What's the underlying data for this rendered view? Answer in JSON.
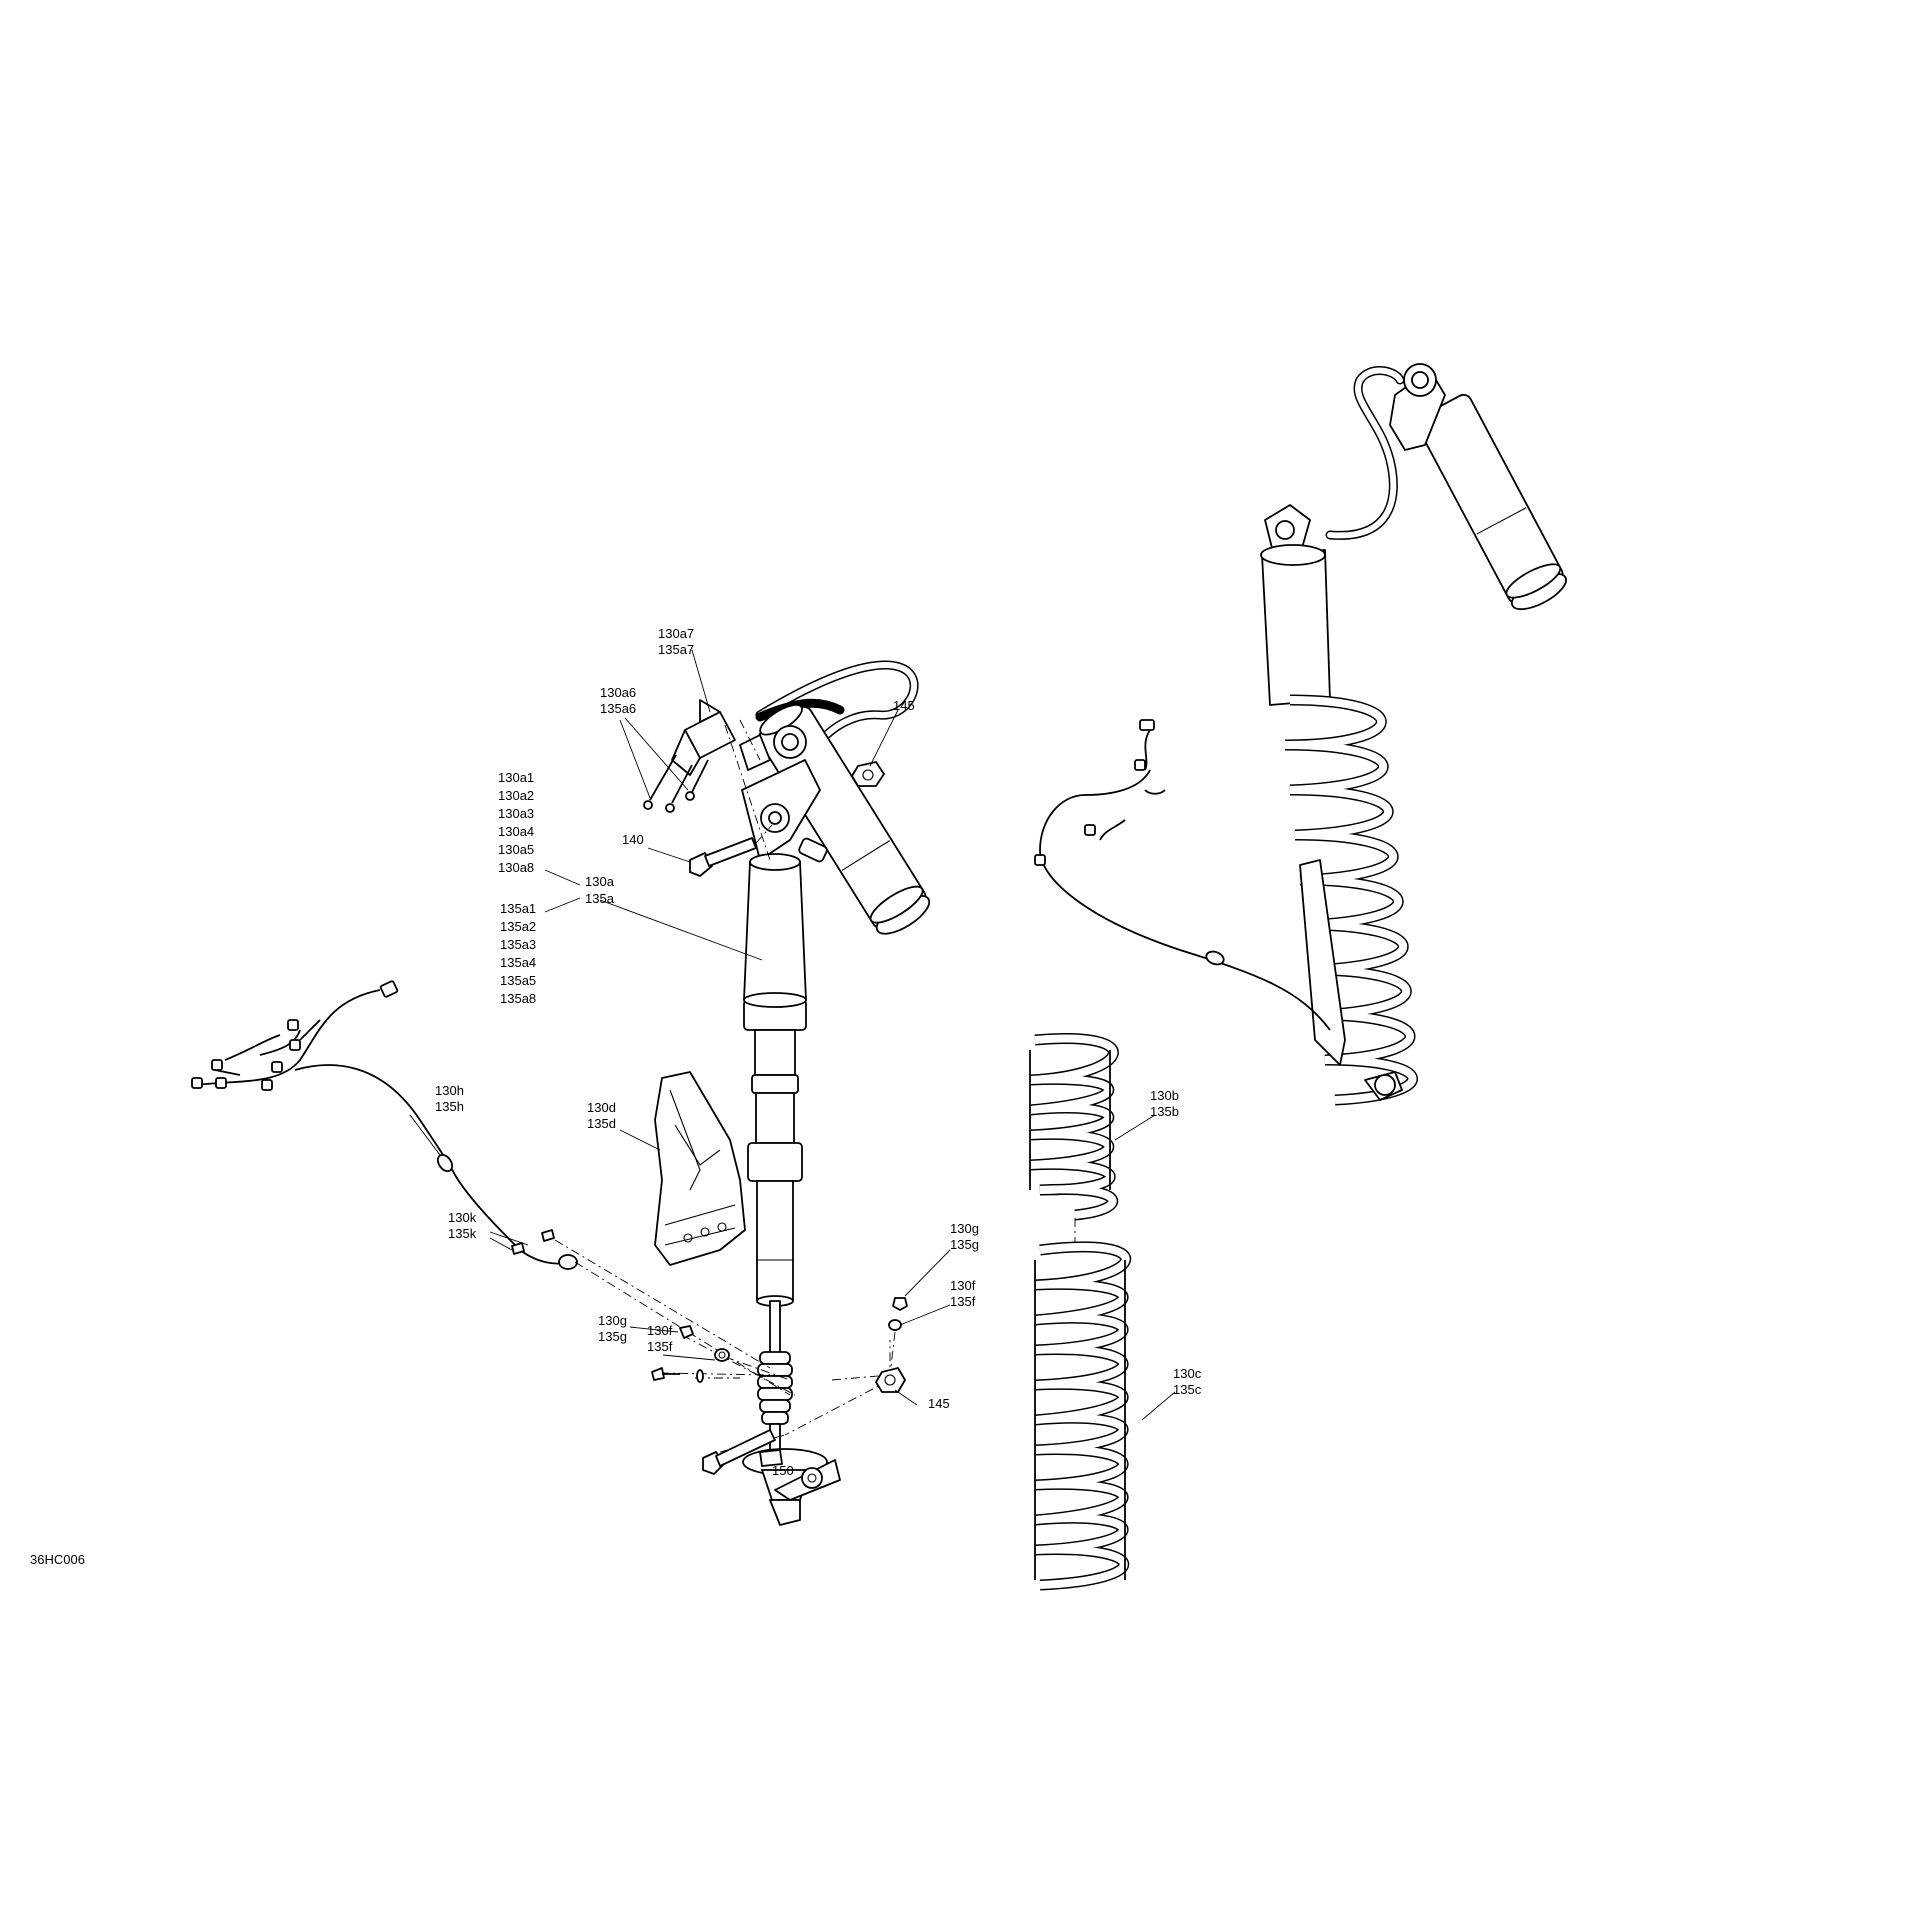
{
  "diagram_code": "36HC006",
  "labels": {
    "l130a7": "130a7",
    "l135a7": "135a7",
    "l130a6": "130a6",
    "l135a6": "135a6",
    "l145_top": "145",
    "l130a1": "130a1",
    "l130a2": "130a2",
    "l130a3": "130a3",
    "l130a4": "130a4",
    "l130a5": "130a5",
    "l130a8": "130a8",
    "l130a": "130a",
    "l135a": "135a",
    "l135a1": "135a1",
    "l135a2": "135a2",
    "l135a3": "135a3",
    "l135a4": "135a4",
    "l135a5": "135a5",
    "l135a8": "135a8",
    "l140": "140",
    "l130h": "130h",
    "l135h": "135h",
    "l130d": "130d",
    "l135d": "135d",
    "l130k": "130k",
    "l135k": "135k",
    "l130g_r": "130g",
    "l135g_r": "135g",
    "l130f_r": "130f",
    "l135f_r": "135f",
    "l130g_l": "130g",
    "l135g_l": "135g",
    "l130f_l": "130f",
    "l135f_l": "135f",
    "l145_bot": "145",
    "l150": "150",
    "l130b": "130b",
    "l135b": "135b",
    "l130c": "130c",
    "l135c": "135c"
  }
}
